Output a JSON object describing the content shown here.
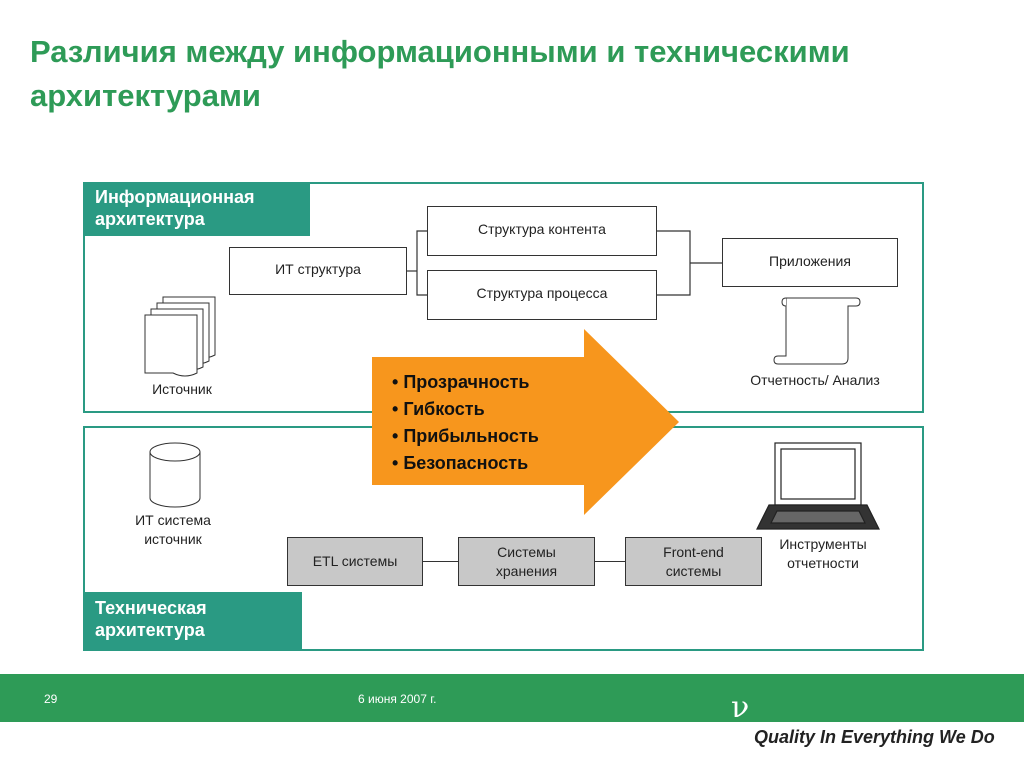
{
  "title": "Различия между информационными и техническими архитектурами",
  "info_panel": {
    "label_line1": "Информационная",
    "label_line2": "архитектура",
    "it_structure": "ИТ структура",
    "content_structure": "Структура контента",
    "process_structure": "Структура процесса",
    "applications": "Приложения",
    "source": "Источник",
    "reporting": "Отчетность/ Анализ"
  },
  "arrow": {
    "bullets": [
      "Прозрачность",
      "Гибкость",
      "Прибыльность",
      "Безопасность"
    ],
    "color": "#f7961d"
  },
  "tech_panel": {
    "label_line1": "Техническая",
    "label_line2": "архитектура",
    "it_source_line1": "ИТ система",
    "it_source_line2": "источник",
    "etl": "ETL системы",
    "storage_line1": "Системы",
    "storage_line2": "хранения",
    "frontend_line1": "Front-end",
    "frontend_line2": "системы",
    "tools_line1": "Инструменты",
    "tools_line2": "отчетности"
  },
  "footer": {
    "page_number": "29",
    "date": "6 июня 2007 г.",
    "logo_mark": "ν",
    "slogan": "Quality In Everything We Do"
  },
  "colors": {
    "title": "#2e9b57",
    "panel": "#2a9a83",
    "footer": "#2e9b57"
  }
}
